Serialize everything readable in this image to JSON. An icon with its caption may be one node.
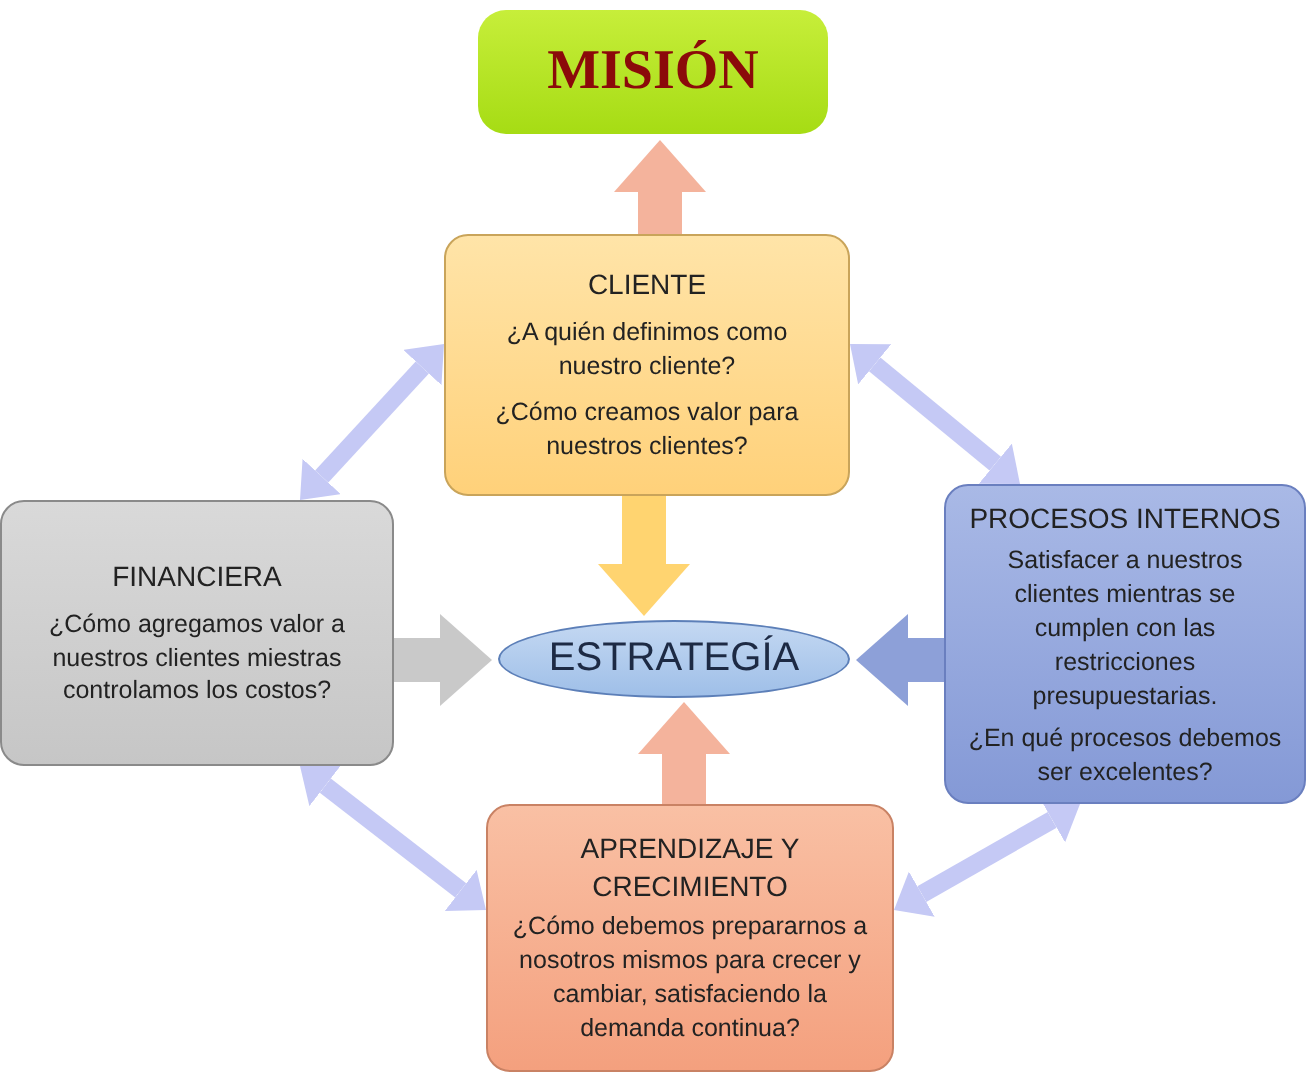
{
  "diagram": {
    "nodes": [
      {
        "text": [
          "MISIÓN"
        ]
      },
      {
        "text": [
          "CLIENTE",
          "¿A quién definimos como nuestro cliente?",
          "¿Cómo creamos valor para nuestros clientes?"
        ]
      },
      {
        "text": [
          "FINANCIERA",
          "¿Cómo agregamos valor a nuestros clientes miestras controlamos los costos?"
        ]
      },
      {
        "text": [
          "ESTRATEGÍA"
        ]
      },
      {
        "text": [
          "PROCESOS INTERNOS",
          "Satisfacer a nuestros clientes mientras se cumplen con las restricciones presupuestarias.",
          "¿En qué procesos debemos ser excelentes?"
        ]
      },
      {
        "text": [
          "APRENDIZAJE Y CRECIMIENTO",
          "¿Cómo debemos prepararnos a nosotros mismos para crecer y cambiar, satisfaciendo la demanda continua?"
        ]
      }
    ],
    "edges": [
      {
        "from": 1,
        "to": 0,
        "arrow": "to",
        "color": "#f4b39c"
      },
      {
        "from": 1,
        "to": 3,
        "arrow": "to",
        "color": "#ffd470"
      },
      {
        "from": 2,
        "to": 3,
        "arrow": "to",
        "color": "#c9c9c9"
      },
      {
        "from": 4,
        "to": 3,
        "arrow": "to",
        "color": "#8da0d8"
      },
      {
        "from": 5,
        "to": 3,
        "arrow": "to",
        "color": "#f4b39c"
      },
      {
        "from": 2,
        "to": 1,
        "arrow": "both"
      },
      {
        "from": 1,
        "to": 4,
        "arrow": "both"
      },
      {
        "from": 2,
        "to": 5,
        "arrow": "both"
      },
      {
        "from": 5,
        "to": 4,
        "arrow": "both"
      }
    ]
  }
}
